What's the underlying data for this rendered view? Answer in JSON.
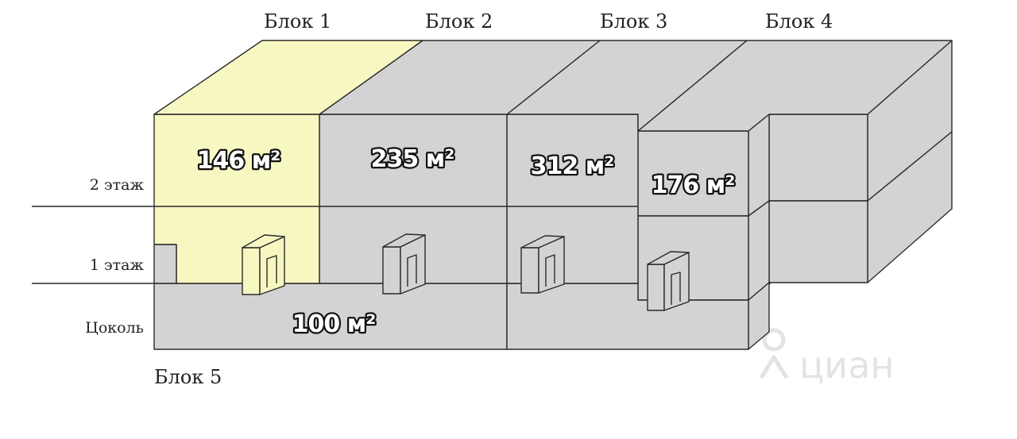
{
  "colors": {
    "selected_fill": "#f7f7c1",
    "block_fill": "#d3d3d3",
    "edge": "#2b2b2b"
  },
  "blocks": [
    {
      "label": "Блок 1",
      "area": "146 м²",
      "selected": true
    },
    {
      "label": "Блок 2",
      "area": "235 м²"
    },
    {
      "label": "Блок 3",
      "area": "312 м²"
    },
    {
      "label": "Блок 4",
      "area": "176 м²"
    },
    {
      "label": "Блок 5",
      "area": "100 м²"
    }
  ],
  "floors": {
    "second": "2 этаж",
    "first": "1 этаж",
    "basement": "Цоколь"
  },
  "watermark": {
    "text": "циан",
    "icon": "cian-logo-icon"
  }
}
